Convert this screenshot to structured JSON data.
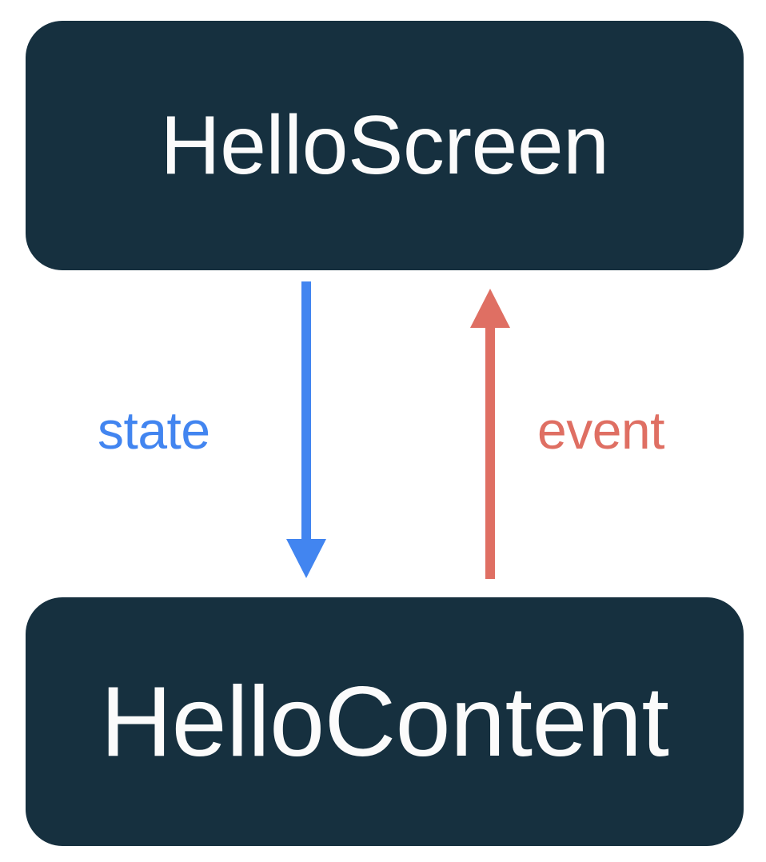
{
  "diagram": {
    "title": "HelloScreen / HelloContent state and event flow",
    "background_color": "#ffffff",
    "node_fill_color": "#16303F",
    "node_text_color": "#fbfbfb",
    "nodes": [
      {
        "id": "hello-screen",
        "label": "HelloScreen",
        "icon": "rounded-rectangle-node"
      },
      {
        "id": "hello-content",
        "label": "HelloContent",
        "icon": "rounded-rectangle-node"
      }
    ],
    "edges": [
      {
        "id": "state-edge",
        "label": "state",
        "from": "hello-screen",
        "to": "hello-content",
        "direction": "down",
        "color": "#4285F0",
        "icon": "down-arrow-icon"
      },
      {
        "id": "event-edge",
        "label": "event",
        "from": "hello-content",
        "to": "hello-screen",
        "direction": "up",
        "color": "#DF6F63",
        "icon": "up-arrow-icon"
      }
    ]
  }
}
